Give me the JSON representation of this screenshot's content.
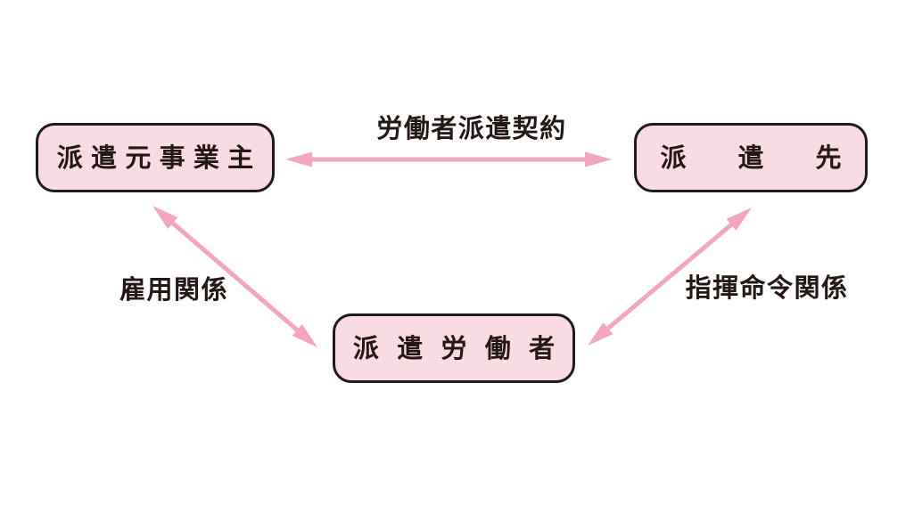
{
  "colors": {
    "background": "#ffffff",
    "node_fill": "#f9dbe4",
    "node_border": "#1f1a1b",
    "text": "#231815",
    "arrow": "#f3a6bc"
  },
  "diagram": {
    "nodes": [
      {
        "id": "dispatching-employer",
        "label": "派遣元事業主"
      },
      {
        "id": "client-company",
        "label": "派遣先"
      },
      {
        "id": "dispatched-worker",
        "label": "派遣労働者"
      }
    ],
    "edges": [
      {
        "id": "dispatch-contract",
        "from": "dispatching-employer",
        "to": "client-company",
        "label": "労働者派遣契約",
        "direction": "both"
      },
      {
        "id": "employment-relation",
        "from": "dispatching-employer",
        "to": "dispatched-worker",
        "label": "雇用関係",
        "direction": "both"
      },
      {
        "id": "command-relation",
        "from": "client-company",
        "to": "dispatched-worker",
        "label": "指揮命令関係",
        "direction": "both"
      }
    ]
  }
}
